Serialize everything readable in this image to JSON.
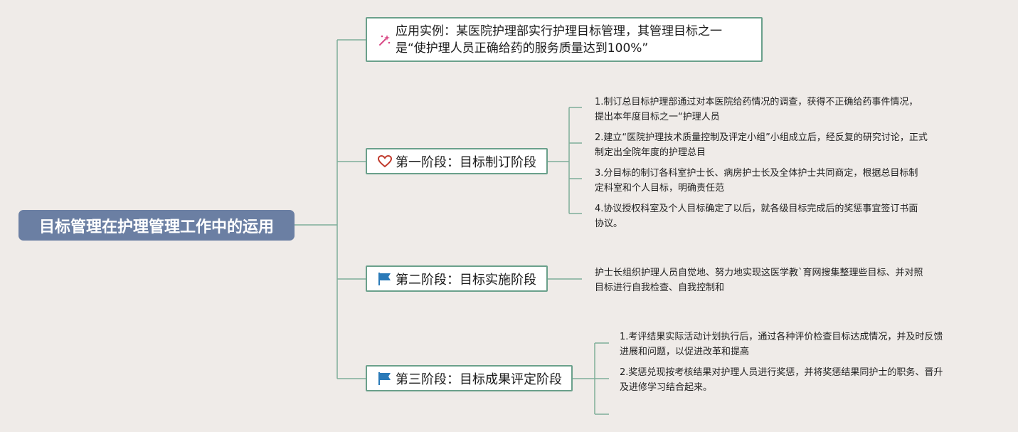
{
  "root": {
    "label": "目标管理在护理管理工作中的运用"
  },
  "example": {
    "line1": "应用实例：某医院护理部实行护理目标管理，其管理目标之一",
    "line2": "是“使护理人员正确给药的服务质量达到100%”",
    "icon": "sparkle-icon"
  },
  "stages": [
    {
      "label": "第一阶段：目标制订阶段",
      "icon": "heart-icon",
      "notes": [
        {
          "l1": "1.制订总目标护理部通过对本医院给药情况的调查，获得不正确给药事件情况，",
          "l2": "提出本年度目标之一“护理人员"
        },
        {
          "l1": "2.建立“医院护理技术质量控制及评定小组”小组成立后，经反复的研究讨论，正式",
          "l2": "制定出全院年度的护理总目"
        },
        {
          "l1": "3.分目标的制订各科室护士长、病房护士长及全体护士共同商定，根据总目标制",
          "l2": "定科室和个人目标，明确责任范"
        },
        {
          "l1": "4.协议授权科室及个人目标确定了以后，就各级目标完成后的奖惩事宜签订书面",
          "l2": "协议。"
        }
      ]
    },
    {
      "label": "第二阶段：目标实施阶段",
      "icon": "flag-icon",
      "notes": [
        {
          "l1": "护士长组织护理人员自觉地、努力地实现这医学教`育网搜集整理些目标、并对照",
          "l2": "目标进行自我检查、自我控制和"
        }
      ]
    },
    {
      "label": "第三阶段：目标成果评定阶段",
      "icon": "flag-icon",
      "notes": [
        {
          "l1": "1.考评结果实际活动计划执行后，通过各种评价检查目标达成情况，并及时反馈",
          "l2": "进展和问题，以促进改革和提高"
        },
        {
          "l1": "2.奖惩兑现按考核结果对护理人员进行奖惩，并将奖惩结果同护士的职务、晋升",
          "l2": "及进修学习结合起来。"
        }
      ]
    }
  ],
  "colors": {
    "background": "#efebe8",
    "root_fill": "#6b7fa3",
    "connector": "#7fae99",
    "topic_border": "#6aa08b",
    "heart": "#c0392b",
    "flag": "#2a7ab8",
    "sparkle": "#d94a86"
  }
}
